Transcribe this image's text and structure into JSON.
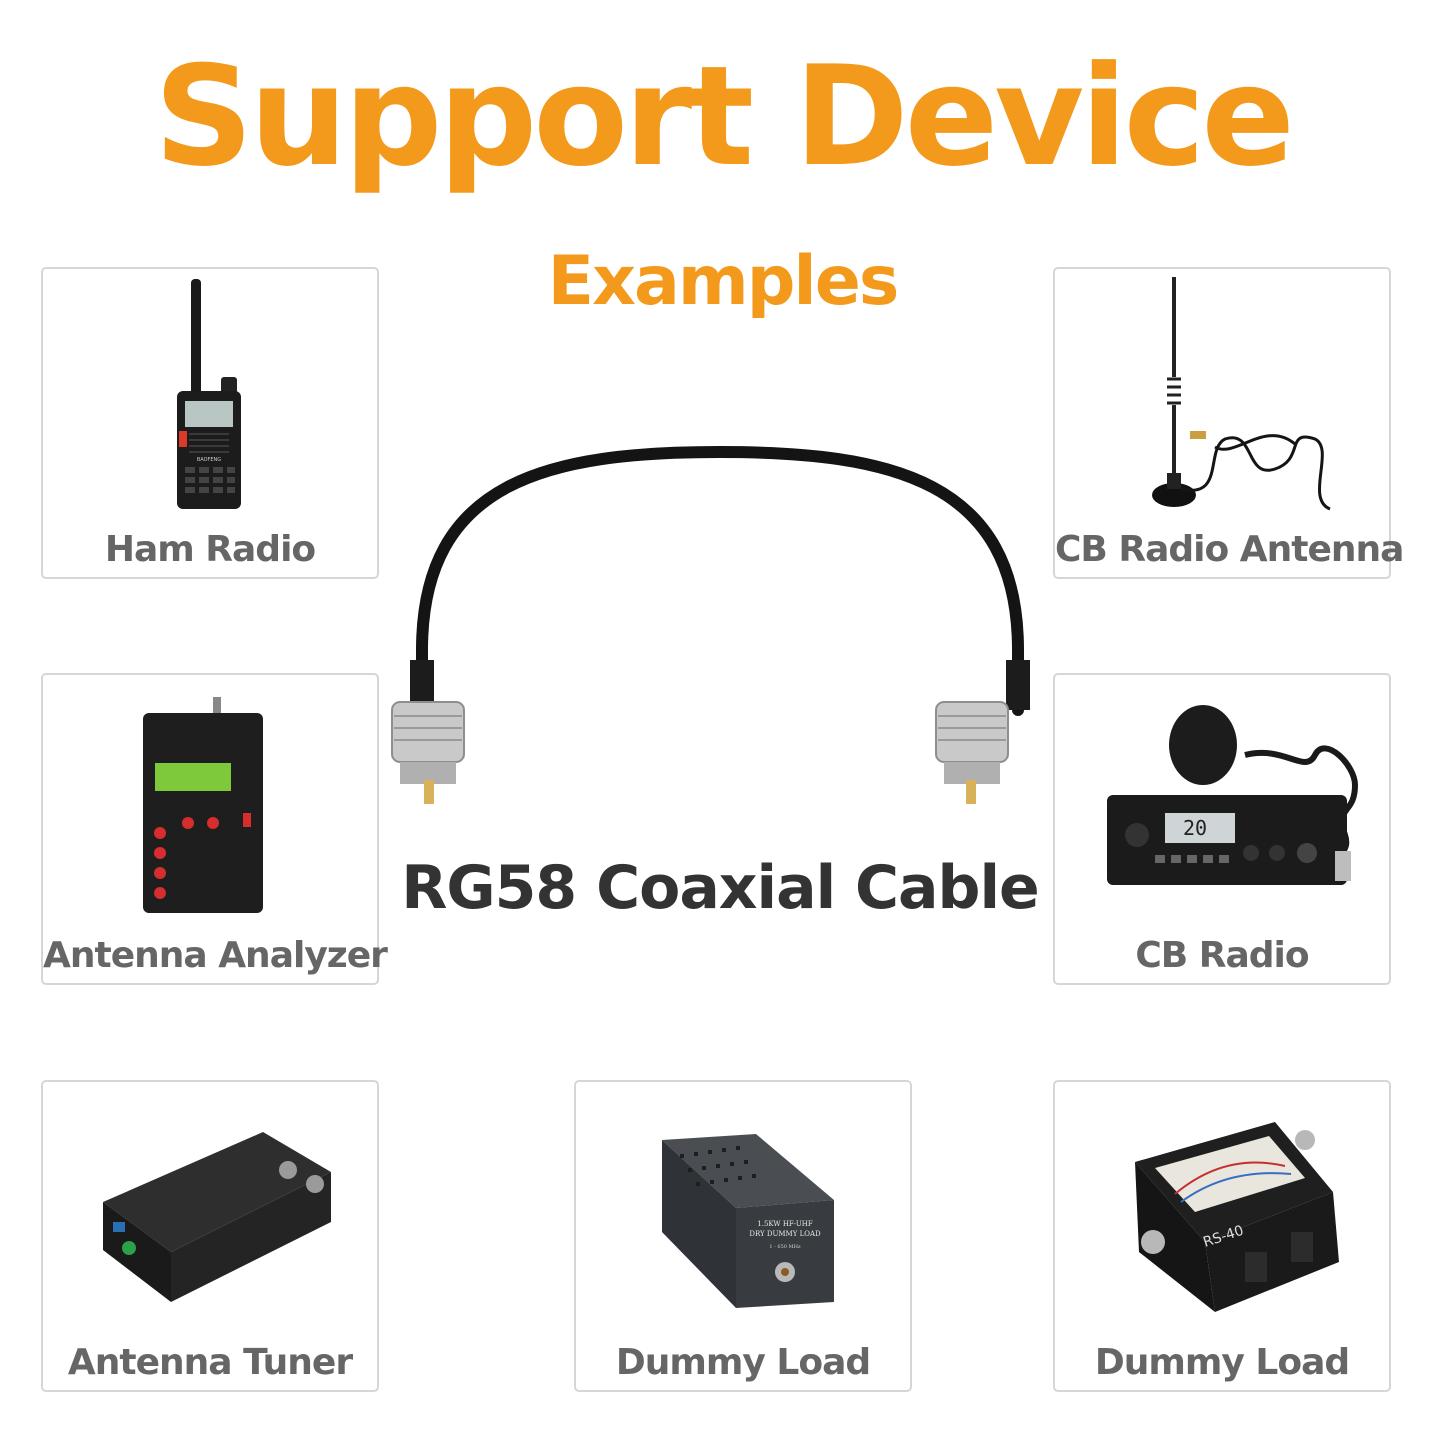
{
  "title": "Support Device",
  "subtitle": "Examples",
  "center_label": "RG58 Coaxial Cable",
  "devices": [
    {
      "label": "Ham Radio",
      "icon": "handheld-radio-icon"
    },
    {
      "label": "CB Radio Antenna",
      "icon": "magnetic-antenna-icon"
    },
    {
      "label": "Antenna Analyzer",
      "icon": "antenna-analyzer-icon"
    },
    {
      "label": "CB Radio",
      "icon": "cb-radio-icon"
    },
    {
      "label": "Antenna Tuner",
      "icon": "antenna-tuner-icon"
    },
    {
      "label": "Dummy Load",
      "icon": "dummy-load-icon"
    },
    {
      "label": "Dummy Load",
      "icon": "swr-meter-icon"
    }
  ],
  "device_text": {
    "ham_radio_brand": "BAOFENG",
    "dummy_load_line1": "1.5KW HF-UHF",
    "dummy_load_line2": "DRY DUMMY LOAD",
    "dummy_load_range": "1 - 650 MHz",
    "swr_model": "RS-40",
    "cb_display": "20"
  },
  "colors": {
    "accent": "#f39a1c",
    "label": "#666666",
    "center_label": "#333333",
    "card_border": "#d6d6d6"
  }
}
